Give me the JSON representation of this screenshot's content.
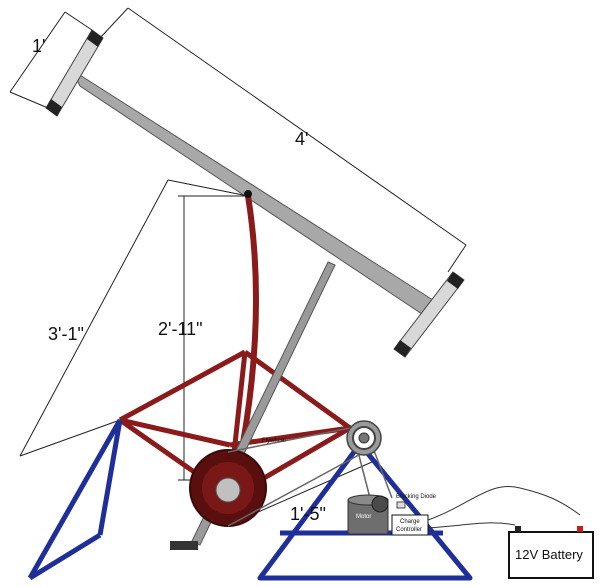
{
  "dimensions": {
    "pad_width": "1'",
    "beam_length": "4'",
    "arm_length": "3'-1\"",
    "post_height": "2'-11\"",
    "belt_span": "1'-5\""
  },
  "labels": {
    "flywheel": "Flywheel",
    "blocking_diode": "Blocking Diode",
    "motor": "Motor",
    "charge_controller_line1": "Charge",
    "charge_controller_line2": "Controller",
    "battery": "12V Battery"
  },
  "colors": {
    "frame": "#8b1a1a",
    "base": "#1f2f9a",
    "beam": "#a8a8a8",
    "pad": "#222222",
    "battery_terminal": "#c21e1e"
  }
}
